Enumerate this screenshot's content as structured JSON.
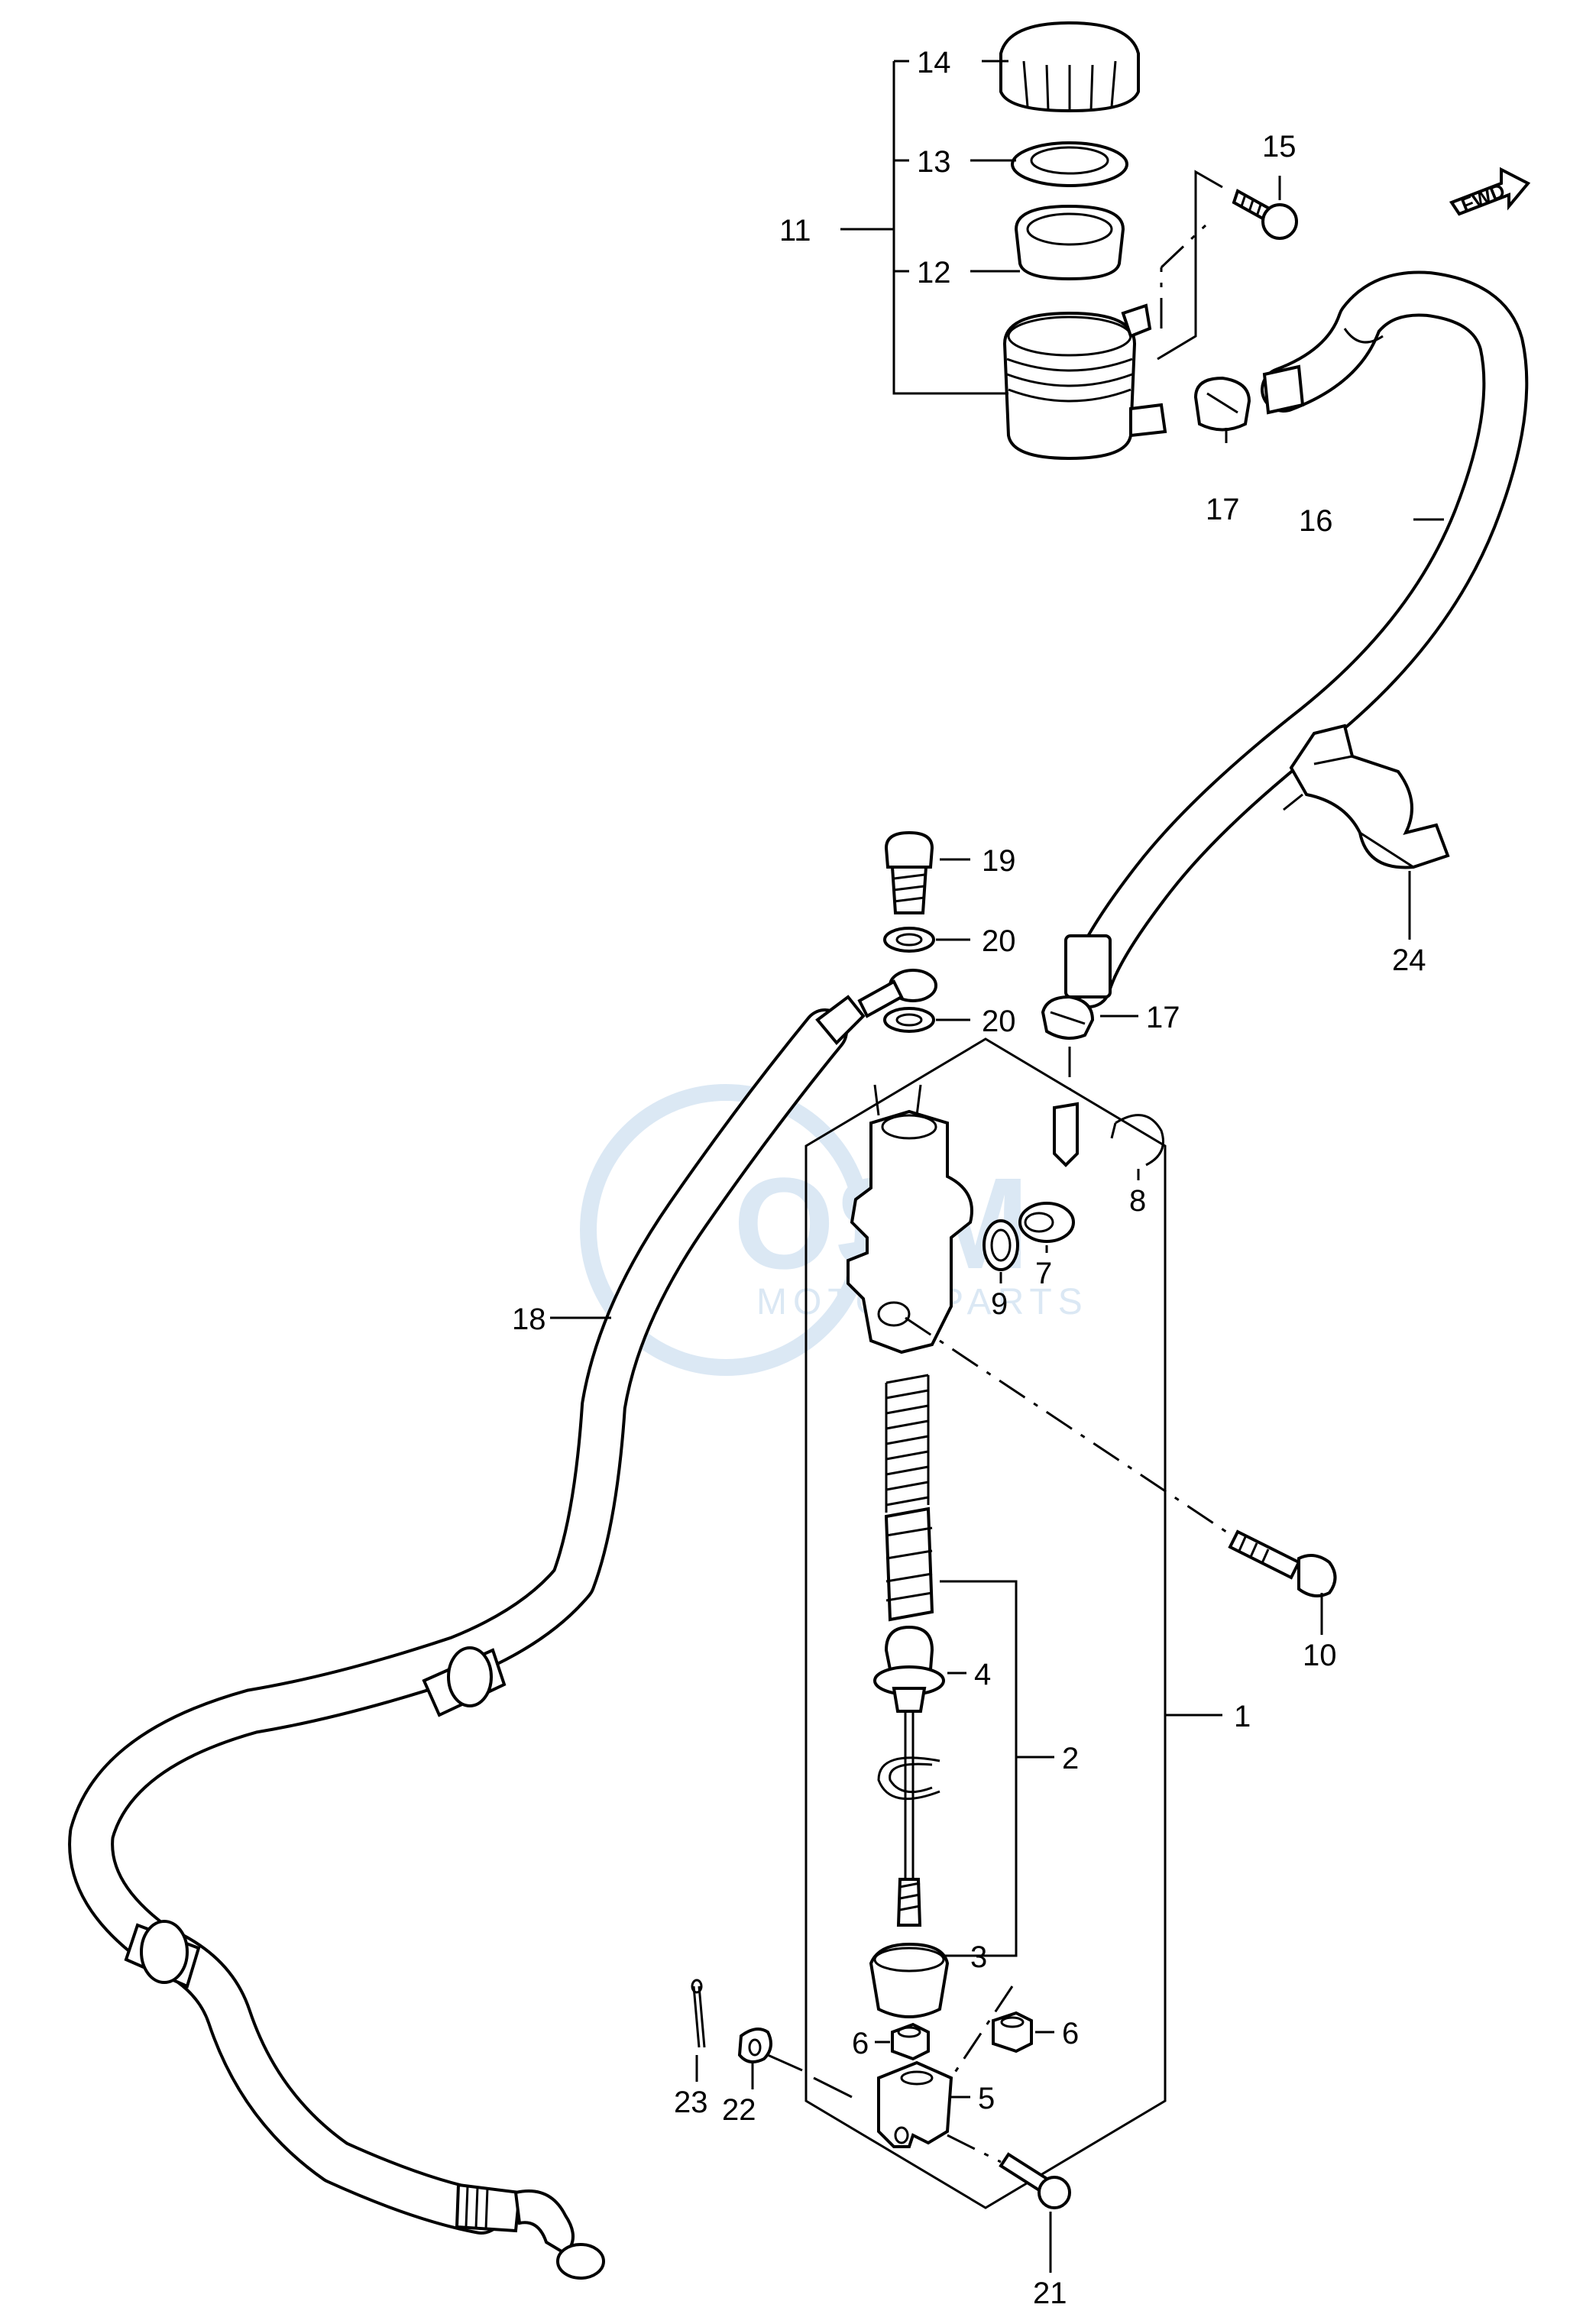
{
  "watermark": {
    "brand": "OSM",
    "subtitle": "MOTOR PARTS"
  },
  "direction_badge": "FWD",
  "callouts": [
    {
      "id": "1",
      "text": "1"
    },
    {
      "id": "2",
      "text": "2"
    },
    {
      "id": "3",
      "text": "3"
    },
    {
      "id": "4",
      "text": "4"
    },
    {
      "id": "5",
      "text": "5"
    },
    {
      "id": "6a",
      "text": "6"
    },
    {
      "id": "6b",
      "text": "6"
    },
    {
      "id": "7",
      "text": "7"
    },
    {
      "id": "8",
      "text": "8"
    },
    {
      "id": "9",
      "text": "9"
    },
    {
      "id": "10",
      "text": "10"
    },
    {
      "id": "11",
      "text": "11"
    },
    {
      "id": "12",
      "text": "12"
    },
    {
      "id": "13",
      "text": "13"
    },
    {
      "id": "14",
      "text": "14"
    },
    {
      "id": "15",
      "text": "15"
    },
    {
      "id": "16",
      "text": "16"
    },
    {
      "id": "17a",
      "text": "17"
    },
    {
      "id": "17b",
      "text": "17"
    },
    {
      "id": "18",
      "text": "18"
    },
    {
      "id": "19",
      "text": "19"
    },
    {
      "id": "20a",
      "text": "20"
    },
    {
      "id": "20b",
      "text": "20"
    },
    {
      "id": "21",
      "text": "21"
    },
    {
      "id": "22",
      "text": "22"
    },
    {
      "id": "23",
      "text": "23"
    },
    {
      "id": "24",
      "text": "24"
    }
  ]
}
